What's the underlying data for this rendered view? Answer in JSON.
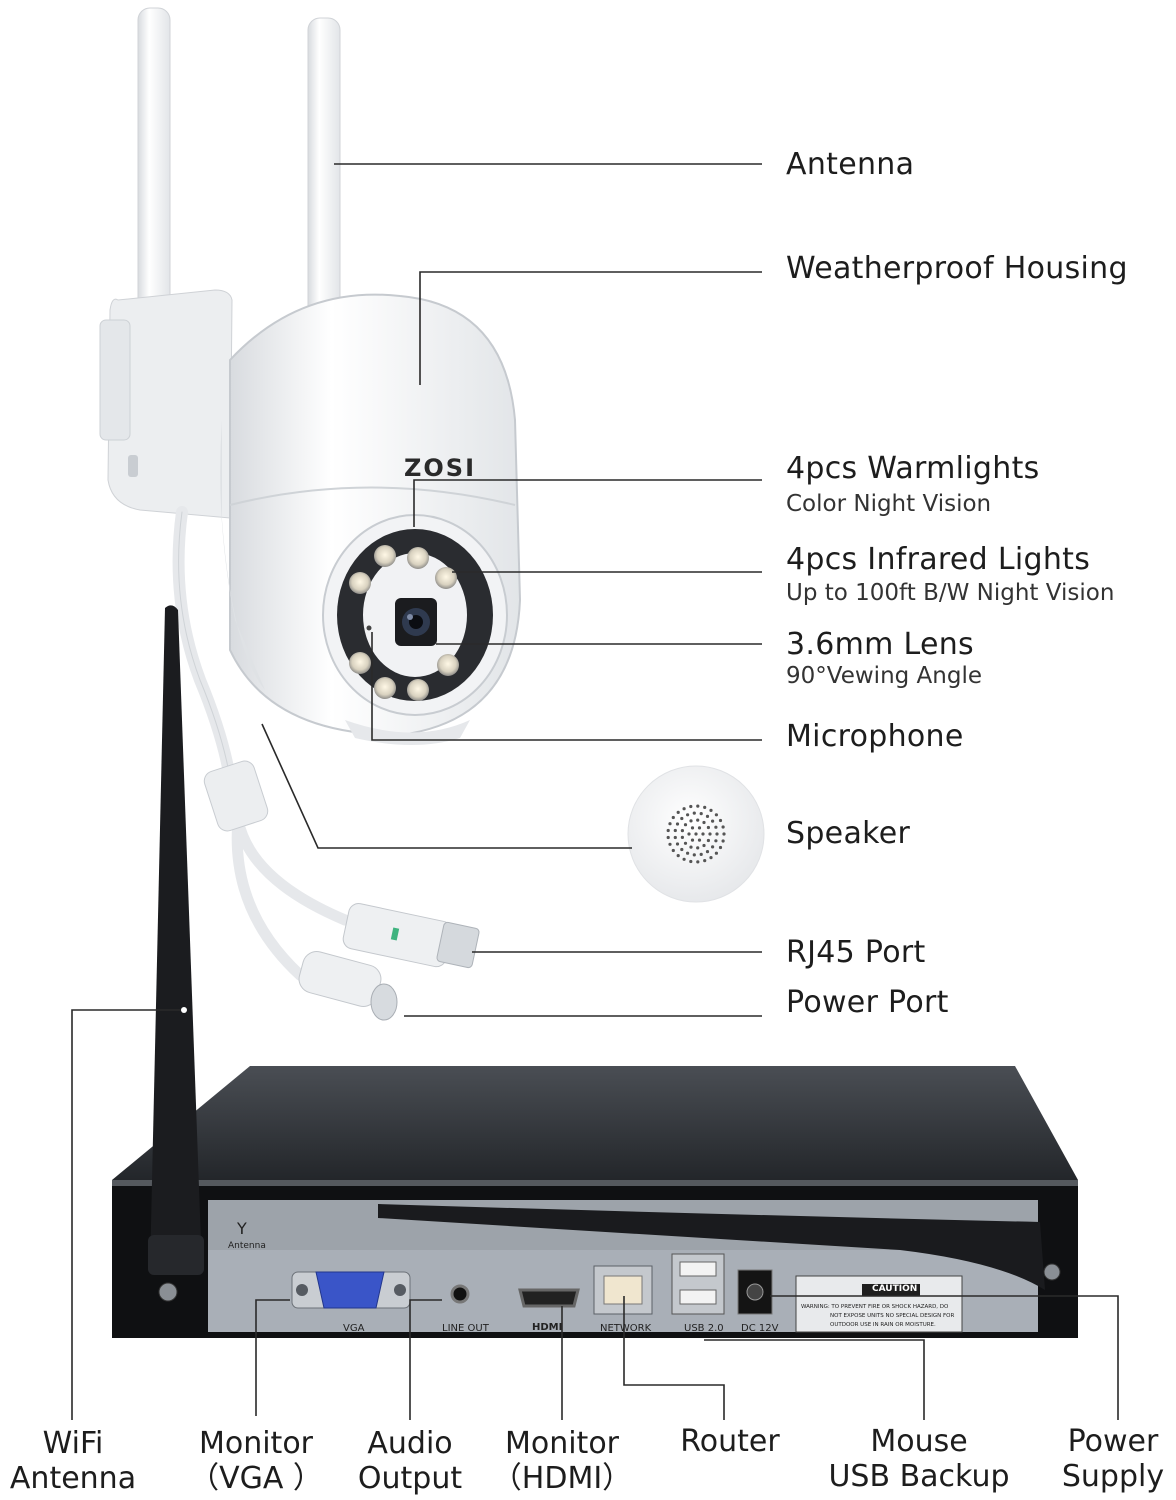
{
  "camera": {
    "brand": "ZOSI",
    "callouts": {
      "antenna": "Antenna",
      "housing": "Weatherproof Housing",
      "warmlights_title": "4pcs Warmlights",
      "warmlights_sub": "Color Night Vision",
      "infrared_title": "4pcs Infrared Lights",
      "infrared_sub": "Up to 100ft B/W Night Vision",
      "lens_title": "3.6mm Lens",
      "lens_sub": "90°Vewing Angle",
      "microphone": "Microphone",
      "speaker": "Speaker",
      "rj45": "RJ45 Port",
      "power_port": "Power Port"
    }
  },
  "nvr": {
    "panel": {
      "antenna": "Antenna",
      "vga": "VGA",
      "line_out": "LINE OUT",
      "hdmi": "HDMI",
      "network": "NETWORK",
      "usb": "USB 2.0",
      "dc": "DC 12V",
      "caution": "CAUTION",
      "warning_line1": "WARNING: TO PREVENT FIRE OR SHOCK HAZARD, DO",
      "warning_line2": "NOT EXPOSE UNITS NO SPECIAL DESIGN FOR",
      "warning_line3": "OUTDOOR USE IN RAIN OR MOISTURE."
    },
    "bottom_labels": {
      "wifi_1": "WiFi",
      "wifi_2": "Antenna",
      "vga_1": "Monitor",
      "vga_2": "（VGA ）",
      "audio_1": "Audio",
      "audio_2": "Output",
      "hdmi_1": "Monitor",
      "hdmi_2": "（HDMI）",
      "router": "Router",
      "usb_1": "Mouse",
      "usb_2": "USB Backup",
      "power_1": "Power",
      "power_2": "Supply"
    }
  },
  "colors": {
    "line": "#2a2a2a",
    "vga_blue": "#3a55c8",
    "nvr_top": "#2c2f33",
    "nvr_panel": "#0e0f11"
  }
}
